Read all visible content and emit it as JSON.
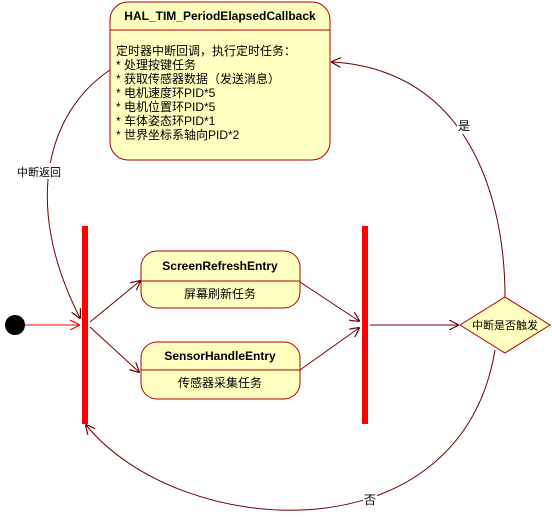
{
  "colors": {
    "state_fill": "#ffffc0",
    "state_stroke": "#b20000",
    "bar": "#ff0000",
    "edge": "#6b0000",
    "initial": "#000000",
    "text": "#000000"
  },
  "callback": {
    "title": "HAL_TIM_PeriodElapsedCallback",
    "lines": [
      "定时器中断回调，执行定时任务：",
      "* 处理按键任务",
      "* 获取传感器数据（发送消息）",
      "* 电机速度环PID*5",
      "* 电机位置环PID*5",
      "* 车体姿态环PID*1",
      "* 世界坐标系轴向PID*2"
    ]
  },
  "screen_state": {
    "title": "ScreenRefreshEntry",
    "desc": "屏幕刷新任务"
  },
  "sensor_state": {
    "title": "SensorHandleEntry",
    "desc": "传感器采集任务"
  },
  "decision": {
    "label": "中断是否触发"
  },
  "edges": {
    "return_label": "中断返回",
    "yes_label": "是",
    "no_label": "否"
  }
}
